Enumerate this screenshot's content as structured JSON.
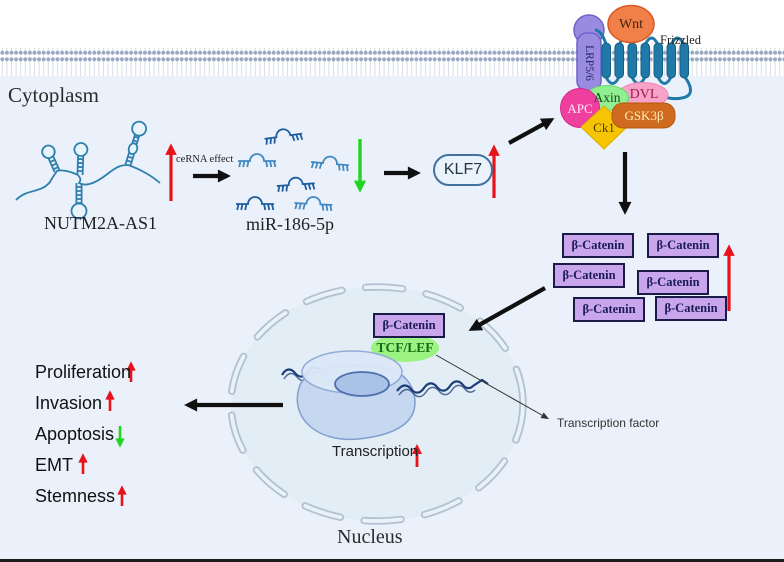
{
  "labels": {
    "cytoplasm": "Cytoplasm",
    "nucleus": "Nucleus",
    "lncrna": "NUTM2A-AS1",
    "mirna": "miR-186-5p",
    "cerna_effect": "ceRNA effect",
    "klf7": "KLF7",
    "wnt": "Wnt",
    "lrp56": "LRP5/6",
    "frizzled": "Frizzled",
    "apc": "APC",
    "axin": "Axin",
    "dvl": "DVL",
    "gsk3b": "GSK3β",
    "ck1": "Ck1",
    "beta_catenin": "β-Catenin",
    "tcf_lef": "TCF/LEF",
    "transcription": "Transcription",
    "transcription_factor": "Transcription factor"
  },
  "effects": [
    {
      "label": "Proliferation",
      "direction": "up"
    },
    {
      "label": "Invasion",
      "direction": "up"
    },
    {
      "label": "Apoptosis",
      "direction": "down"
    },
    {
      "label": "EMT",
      "direction": "up"
    },
    {
      "label": "Stemness",
      "direction": "up"
    }
  ],
  "regulation": {
    "lncrna_level": "up",
    "mirna_level": "down",
    "klf7_level": "up",
    "beta_catenin_level": "up",
    "transcription_level": "up"
  },
  "colors": {
    "cytoplasm_bg": "#ebf1fa",
    "nucleus_fill": "#e2edf6",
    "membrane_head": "#9aa8c2",
    "wnt": "#f08048",
    "lrp56": "#998ce0",
    "frizzled": "#1f7aa8",
    "apc": "#f0409f",
    "axin": "#90ef90",
    "dvl": "#f7a3c8",
    "gsk3b": "#cf6a1e",
    "ck1": "#f6c402",
    "beta_catenin_fill": "#c9a5ec",
    "tcf_fill": "#9cf381",
    "klf7_border": "#42729e",
    "arrow_up": "#e8121a",
    "arrow_down": "#22d422",
    "arrow_black": "#101010"
  }
}
